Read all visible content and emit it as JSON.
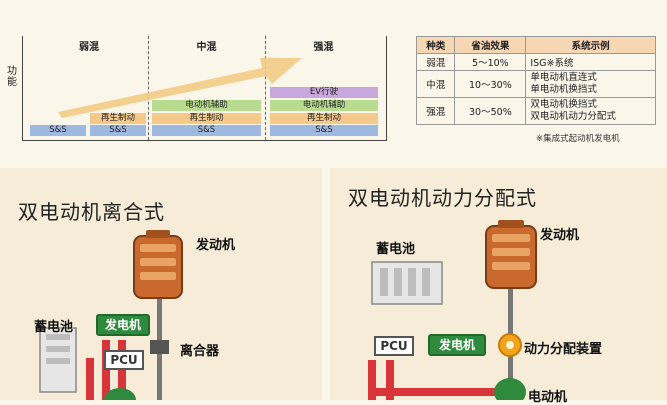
{
  "chart": {
    "ylabel": "功能",
    "categories": [
      "弱混",
      "中混",
      "强混"
    ],
    "bars": {
      "ss": "S&S",
      "regen": "再生制动",
      "assist": "电动机辅助",
      "ev": "EV行驶"
    }
  },
  "table": {
    "headers": [
      "种类",
      "省油效果",
      "系统示例"
    ],
    "rows": [
      {
        "type": "弱混",
        "effect": "5～10%",
        "example": "ISG※系统"
      },
      {
        "type": "中混",
        "effect": "10～30%",
        "example": "单电动机直连式\n单电动机换挡式"
      },
      {
        "type": "强混",
        "effect": "30～50%",
        "example": "双电动机换挡式\n双电动机动力分配式"
      }
    ],
    "note": "※集成式起动机发电机"
  },
  "left_panel": {
    "title": "双电动机离合式",
    "engine": "发动机",
    "battery": "蓄电池",
    "generator": "发电机",
    "pcu": "PCU",
    "clutch": "离合器"
  },
  "right_panel": {
    "title": "双电动机动力分配式",
    "engine": "发动机",
    "battery": "蓄电池",
    "pcu": "PCU",
    "generator": "发电机",
    "split": "动力分配装置",
    "motor": "电动机"
  },
  "colors": {
    "green": "#2f8a3d",
    "engine": "#d9773a",
    "wire_red": "#d8343a",
    "ss": "#9fb8e0",
    "regen": "#f4c98a",
    "assist": "#b8dc8f",
    "ev": "#c7a7dc"
  }
}
